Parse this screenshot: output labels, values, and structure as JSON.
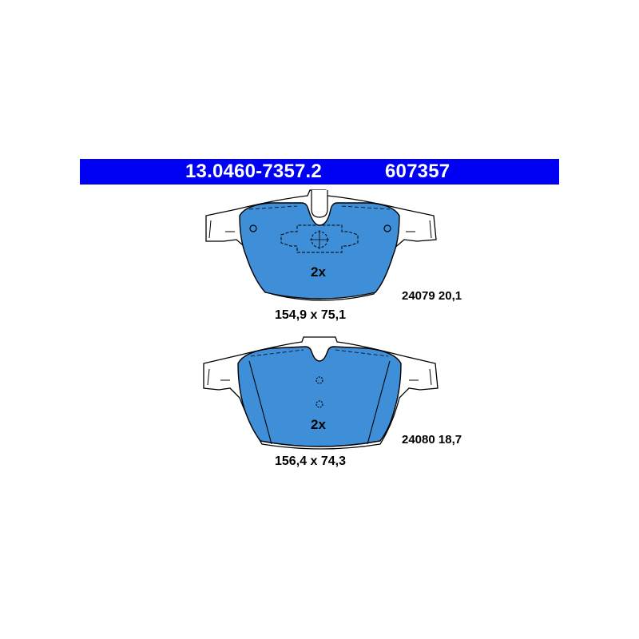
{
  "header": {
    "part_number": "13.0460-7357.2",
    "article_number": "607357",
    "color": "#0000f5"
  },
  "pads": [
    {
      "quantity": "2x",
      "dimensions": "154,9 x 75,1",
      "code": "24079 20,1",
      "fill_color": "#3f8fd8"
    },
    {
      "quantity": "2x",
      "dimensions": "156,4 x 74,3",
      "code": "24080 18,7",
      "fill_color": "#3f8fd8"
    }
  ]
}
